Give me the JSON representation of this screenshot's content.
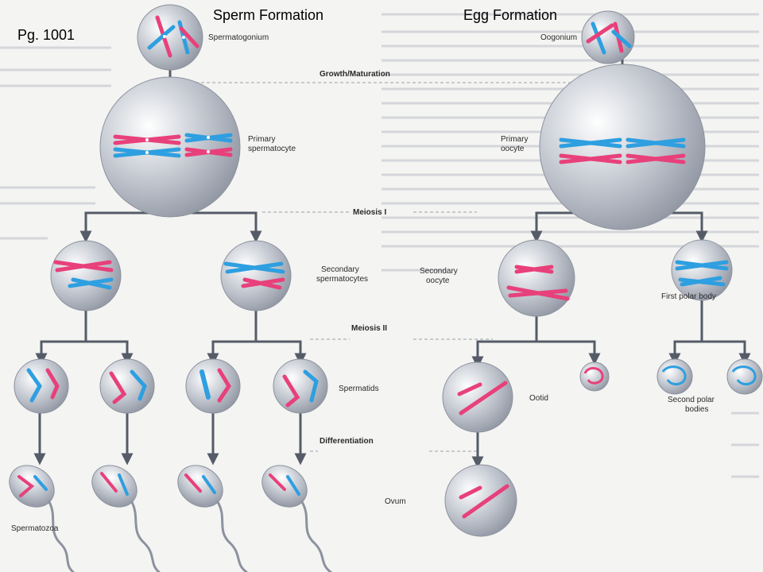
{
  "slide": {
    "headings": {
      "sperm": "Sperm Formation",
      "egg": "Egg Formation"
    },
    "page_ref": "Pg. 1001"
  },
  "stages": {
    "growth": "Growth/Maturation",
    "meiosis1": "Meiosis I",
    "meiosis2": "Meiosis II",
    "differentiation": "Differentiation"
  },
  "cell_labels": {
    "spermatogonium": "Spermatogonium",
    "oogonium": "Oogonium",
    "primary_spermatocyte": [
      "Primary",
      "spermatocyte"
    ],
    "primary_oocyte": [
      "Primary",
      "oocyte"
    ],
    "secondary_spermatocytes": [
      "Secondary",
      "spermatocytes"
    ],
    "secondary_oocyte": [
      "Secondary",
      "oocyte"
    ],
    "first_polar_body": "First polar body",
    "spermatids": "Spermatids",
    "ootid": "Ootid",
    "second_polar_bodies": [
      "Second polar",
      "bodies"
    ],
    "spermatozoa": "Spermatozoa",
    "ovum": "Ovum"
  },
  "colors": {
    "cell_fill": "#b7bcc6",
    "cell_edge": "#8c929e",
    "arrow": "#555c68",
    "maternal_chromosome": "#e8407a",
    "paternal_chromosome": "#2e9fe0"
  }
}
